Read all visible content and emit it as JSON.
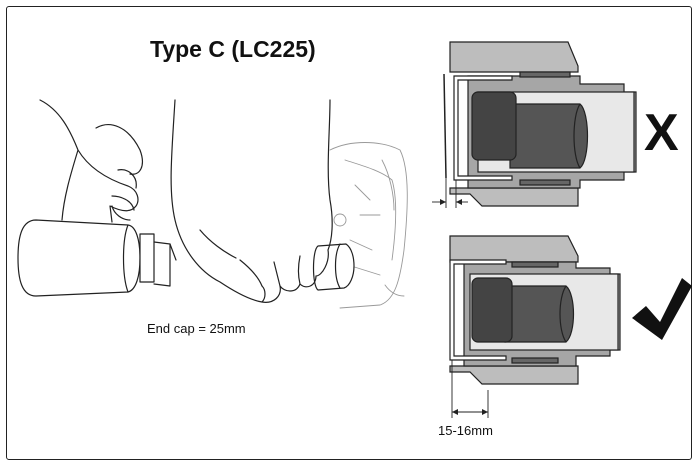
{
  "title": "Type C (LC225)",
  "caption": "End cap = 25mm",
  "dimension_label": "15-16mm",
  "wrong_mark": "X",
  "correct_mark": "✓",
  "colors": {
    "outline": "#222222",
    "gray_light": "#bdbdbd",
    "gray_mid": "#a6a6a6",
    "dark": "#555555",
    "darker": "#444444"
  }
}
